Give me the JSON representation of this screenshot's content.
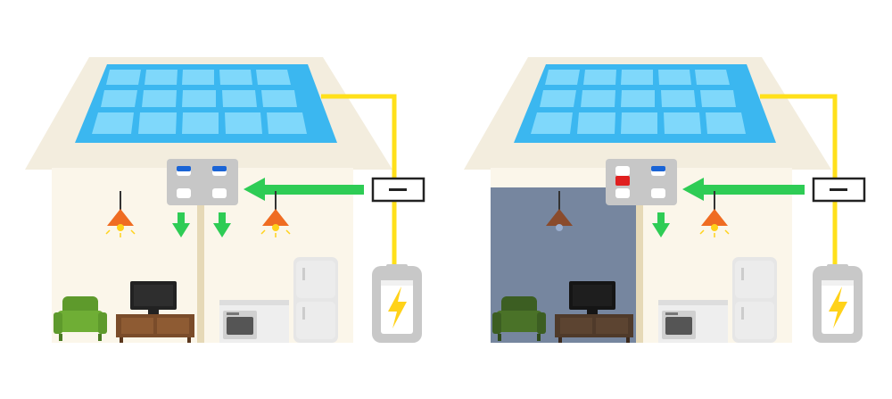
{
  "colors": {
    "background": "#ffffff",
    "house_wall": "#fbf6ea",
    "roof": "#f3edde",
    "solar_panel": "#7fd8fb",
    "solar_frame": "#3bb7f0",
    "wire": "#ffe01a",
    "power_arrow": "#2ecc55",
    "breaker_box": "#c7c7c7",
    "breaker_on": "#1a64d6",
    "breaker_off": "#e02020",
    "battery": "#c8c8c8",
    "battery_bolt": "#ffd21a",
    "lamp_on": "#ef6c22",
    "lamp_off": "#8a4b2c",
    "dark_room": "#76869f"
  },
  "scenes": [
    {
      "id": "all-rooms-powered",
      "breakers": [
        "on",
        "on"
      ],
      "left_room": "lit",
      "right_room": "lit"
    },
    {
      "id": "left-room-unpowered",
      "breakers": [
        "off",
        "on"
      ],
      "left_room": "dark",
      "right_room": "lit"
    }
  ],
  "icons": {
    "inverter": "minus-icon",
    "battery": "lightning-bolt-icon",
    "supply": "arrow-left-icon",
    "distribution": "arrow-down-icon"
  }
}
